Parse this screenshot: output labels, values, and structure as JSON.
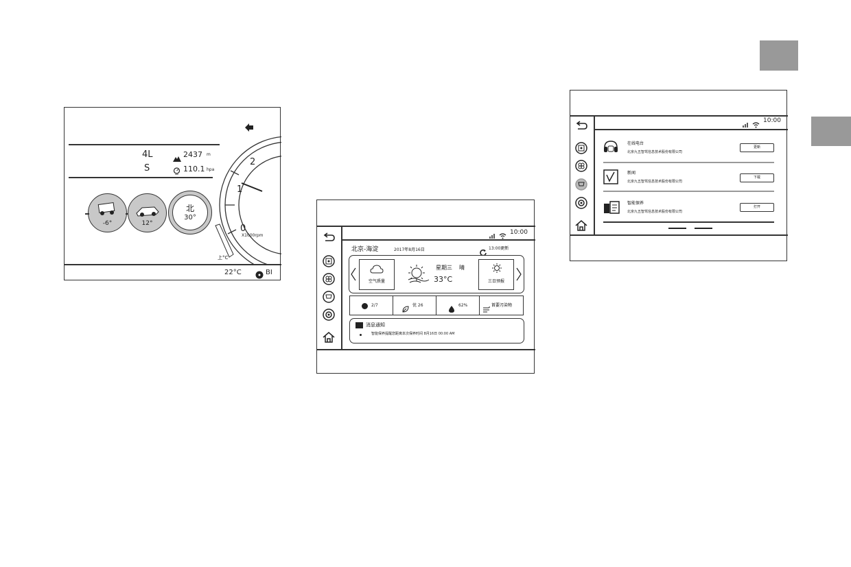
{
  "p1": {
    "gear": "4L",
    "mode": "S",
    "altitude": "2437",
    "altitude_unit": "m",
    "pressure": "110.1",
    "pressure_unit": "hpa",
    "pitch": "-6°",
    "roll": "12°",
    "compass_dir": "北",
    "compass_deg": "30°",
    "rpm": [
      "2",
      "1",
      "0"
    ],
    "rpm_unit": "X1000rpm",
    "temp_label": "上°C",
    "outside_temp": "22°C",
    "fan_label": "BI"
  },
  "p2": {
    "status": {
      "clock": "10:00"
    },
    "city": "北京-海淀",
    "date": "2017年8月16日",
    "refresh": "13:00更新",
    "aqi_label": "空气质量",
    "weekday": "星期三",
    "weather": "晴",
    "temp": "33°C",
    "forecast_label": "三日预报",
    "stats": [
      "2/7",
      "优 26",
      "62%",
      "首要污染物"
    ],
    "notice_title": "消息通知",
    "notice_text": "智能保养提醒您距离本次保养时间 8月16日 00:00 AM"
  },
  "p3": {
    "status": {
      "clock": "10:00"
    },
    "items": [
      {
        "title": "在线电台",
        "sub": "北京九五智驾信息技术股份有限公司",
        "button": "更新"
      },
      {
        "title": "新闻",
        "sub": "北京九五智驾信息技术股份有限公司",
        "button": "下载"
      },
      {
        "title": "智能保养",
        "sub": "北京九五智驾信息技术股份有限公司",
        "button": "打开"
      }
    ]
  },
  "colors": {
    "tab": "#999999",
    "gauge": "#c8c8c8",
    "line": "#333333"
  }
}
